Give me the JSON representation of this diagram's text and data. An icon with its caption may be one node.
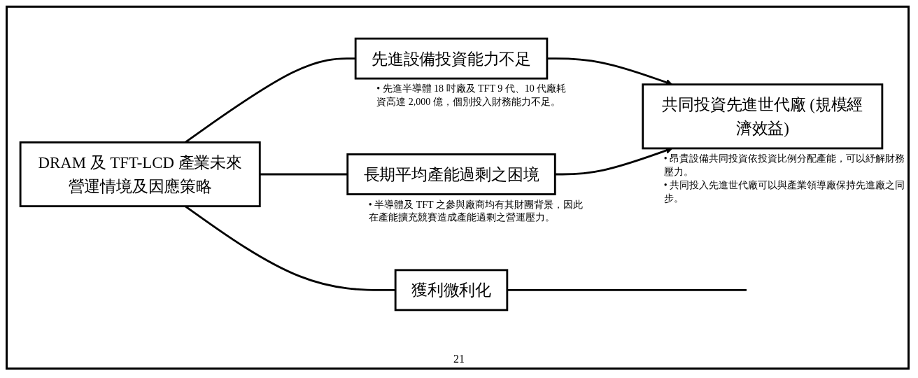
{
  "diagram": {
    "nodes": [
      {
        "text": [
          "DRAM 及 TFT-LCD 產業未來營運情境及因應策略"
        ]
      },
      {
        "text": [
          "先進設備投資能力不足"
        ],
        "beside": [
          "• 先進半導體 18 吋廠及 TFT 9 代、10 代廠耗資高達 2,000 億，個別投入財務能力不足。"
        ]
      },
      {
        "text": [
          "長期平均產能過剩之困境"
        ],
        "beside": [
          "• 半導體及 TFT 之參與廠商均有其財團背景，因此在產能擴充競賽造成產能過剩之營運壓力。"
        ]
      },
      {
        "text": [
          "共同投資先進世代廠 (規模經濟效益)"
        ],
        "beside": [
          "• 昂貴設備共同投資依投資比例分配產能，可以紓解財務壓力。",
          "• 共同投入先進世代廠可以與產業領導廠保持先進廠之同步。"
        ]
      },
      {
        "text": [
          "獲利微利化"
        ]
      }
    ],
    "edges": [
      {
        "from": 0,
        "to": 1,
        "arrow": "none"
      },
      {
        "from": 0,
        "to": 2,
        "arrow": "none"
      },
      {
        "from": 0,
        "to": 4,
        "arrow": "none"
      },
      {
        "from": 1,
        "to": 3,
        "arrow": "to"
      },
      {
        "from": 2,
        "to": 3,
        "arrow": "to"
      },
      {
        "from": 4,
        "to": null,
        "arrow": "none"
      }
    ],
    "labels": [
      "21"
    ]
  }
}
